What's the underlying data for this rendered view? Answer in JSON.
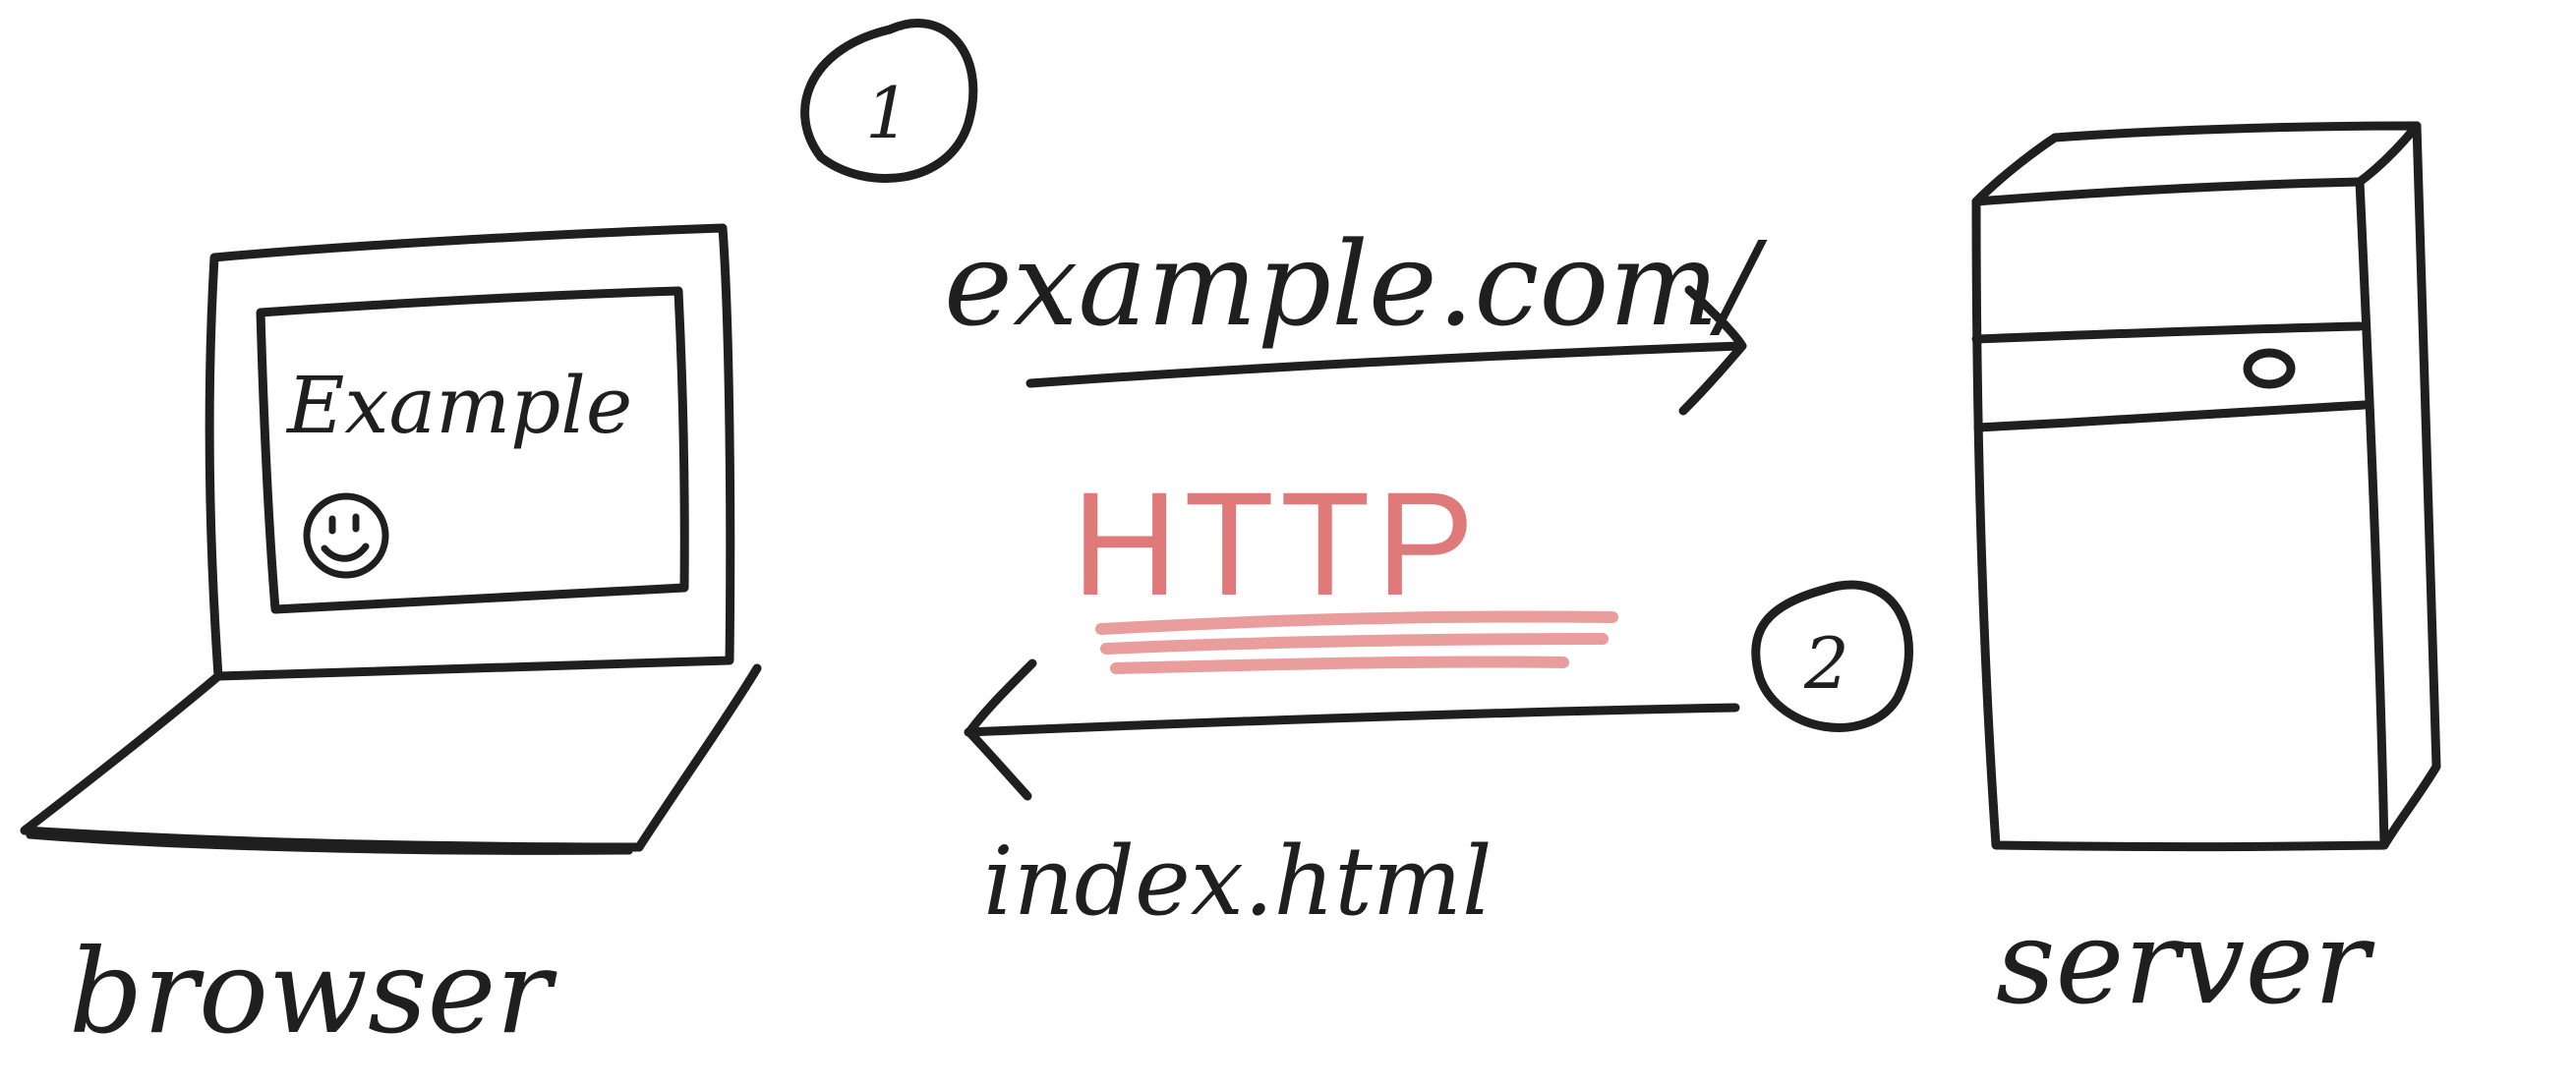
{
  "diagram": {
    "step_one": "1",
    "step_two": "2",
    "request_label": "example.com/",
    "protocol_label": "HTTP",
    "response_label": "index.html",
    "browser_label": "browser",
    "server_label": "server",
    "screen_text": "Example"
  },
  "colors": {
    "ink": "#1f1f1f",
    "protocol": "#e07a7a",
    "background": "#ffffff"
  },
  "icons": {
    "laptop": "laptop-icon",
    "server": "server-tower-icon",
    "smiley": "smiley-face-icon",
    "arrow_right": "arrow-right-icon",
    "arrow_left": "arrow-left-icon"
  }
}
